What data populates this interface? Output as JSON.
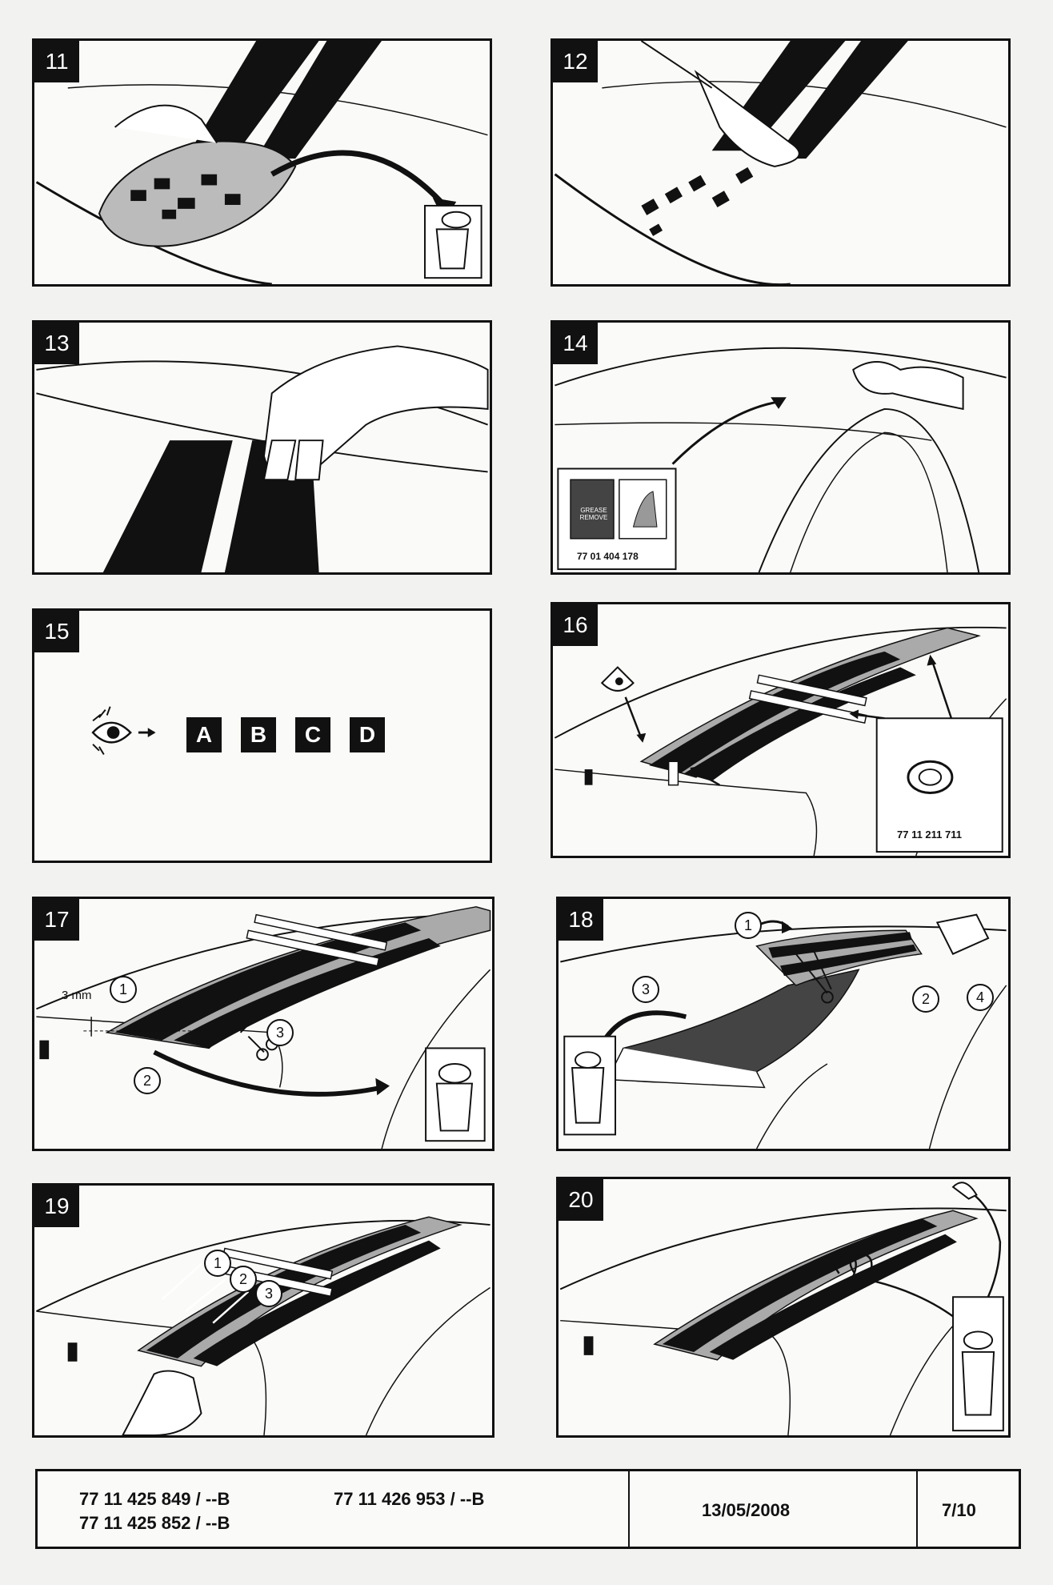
{
  "panels": {
    "p11": {
      "number": "11"
    },
    "p12": {
      "number": "12"
    },
    "p13": {
      "number": "13"
    },
    "p14": {
      "number": "14",
      "part_number": "77 01 404 178",
      "product_label": "GREASE REMOVE"
    },
    "p15": {
      "number": "15",
      "letters": [
        "A",
        "B",
        "C",
        "D"
      ]
    },
    "p16": {
      "number": "16",
      "part_number": "77 11 211 711"
    },
    "p17": {
      "number": "17",
      "dimension": "3 mm",
      "callouts": [
        "1",
        "2",
        "3"
      ]
    },
    "p18": {
      "number": "18",
      "callouts": [
        "1",
        "2",
        "3",
        "4"
      ]
    },
    "p19": {
      "number": "19",
      "callouts": [
        "1",
        "2",
        "3"
      ]
    },
    "p20": {
      "number": "20"
    }
  },
  "footer": {
    "ref_1": "77 11 425 849 / --B",
    "ref_2": "77 11 425 852 / --B",
    "ref_3": "77 11 426 953  / --B",
    "date": "13/05/2008",
    "page": "7/10"
  }
}
